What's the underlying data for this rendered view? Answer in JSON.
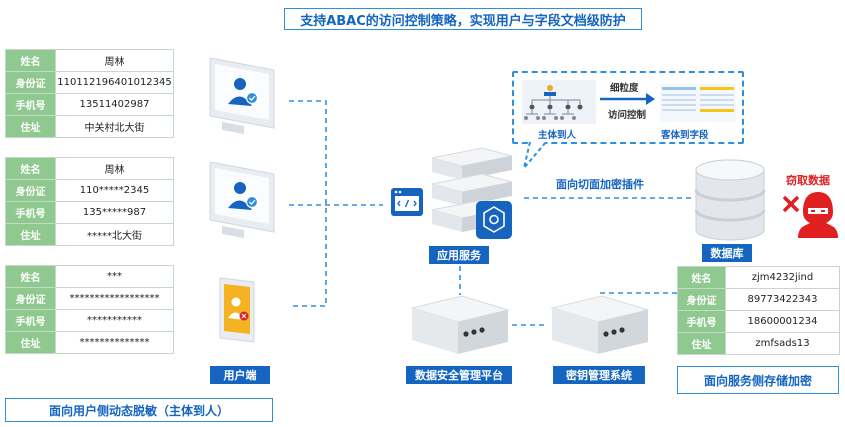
{
  "title": "支持ABAC的访问控制策略，实现用户与字段文档级防护",
  "user_tables": [
    {
      "rows": [
        {
          "key": "姓名",
          "value": "周林"
        },
        {
          "key": "身份证",
          "value": "110112196401012345"
        },
        {
          "key": "手机号",
          "value": "13511402987"
        },
        {
          "key": "住址",
          "value": "中关村北大街"
        }
      ]
    },
    {
      "rows": [
        {
          "key": "姓名",
          "value": "周林"
        },
        {
          "key": "身份证",
          "value": "110*****2345"
        },
        {
          "key": "手机号",
          "value": "135*****987"
        },
        {
          "key": "住址",
          "value": "*****北大街"
        }
      ]
    },
    {
      "rows": [
        {
          "key": "姓名",
          "value": "***"
        },
        {
          "key": "身份证",
          "value": "******************"
        },
        {
          "key": "手机号",
          "value": "***********"
        },
        {
          "key": "住址",
          "value": "**************"
        }
      ]
    }
  ],
  "db_table": {
    "rows": [
      {
        "key": "姓名",
        "value": "zjm4232jind"
      },
      {
        "key": "身份证",
        "value": "89773422343"
      },
      {
        "key": "手机号",
        "value": "18600001234"
      },
      {
        "key": "住址",
        "value": "zmfsads13"
      }
    ]
  },
  "labels": {
    "client": "用户端",
    "app_service": "应用服务",
    "database": "数据库",
    "data_security_platform": "数据安全管理平台",
    "key_management": "密钥管理系统",
    "plugin": "面向切面加密插件",
    "steal": "窃取数据",
    "user_side_caption": "面向用户侧动态脱敏（主体到人）",
    "server_side_caption": "面向服务侧存储加密"
  },
  "callout": {
    "subject": "主体到人",
    "object": "客体到字段",
    "fine_grained": "细粒度",
    "access_control": "访问控制"
  },
  "colors": {
    "brand_blue": "#1565c0",
    "line_blue": "#2c8fe0",
    "table_key_green": "#8fc98f",
    "alert_red": "#e02020"
  },
  "icons": [
    "monitor-user-icon",
    "phone-user-icon",
    "server-stack-icon",
    "code-window-icon",
    "gear-hex-icon",
    "database-icon",
    "hacker-icon",
    "appliance-icon",
    "org-tree-icon",
    "field-table-icon"
  ]
}
